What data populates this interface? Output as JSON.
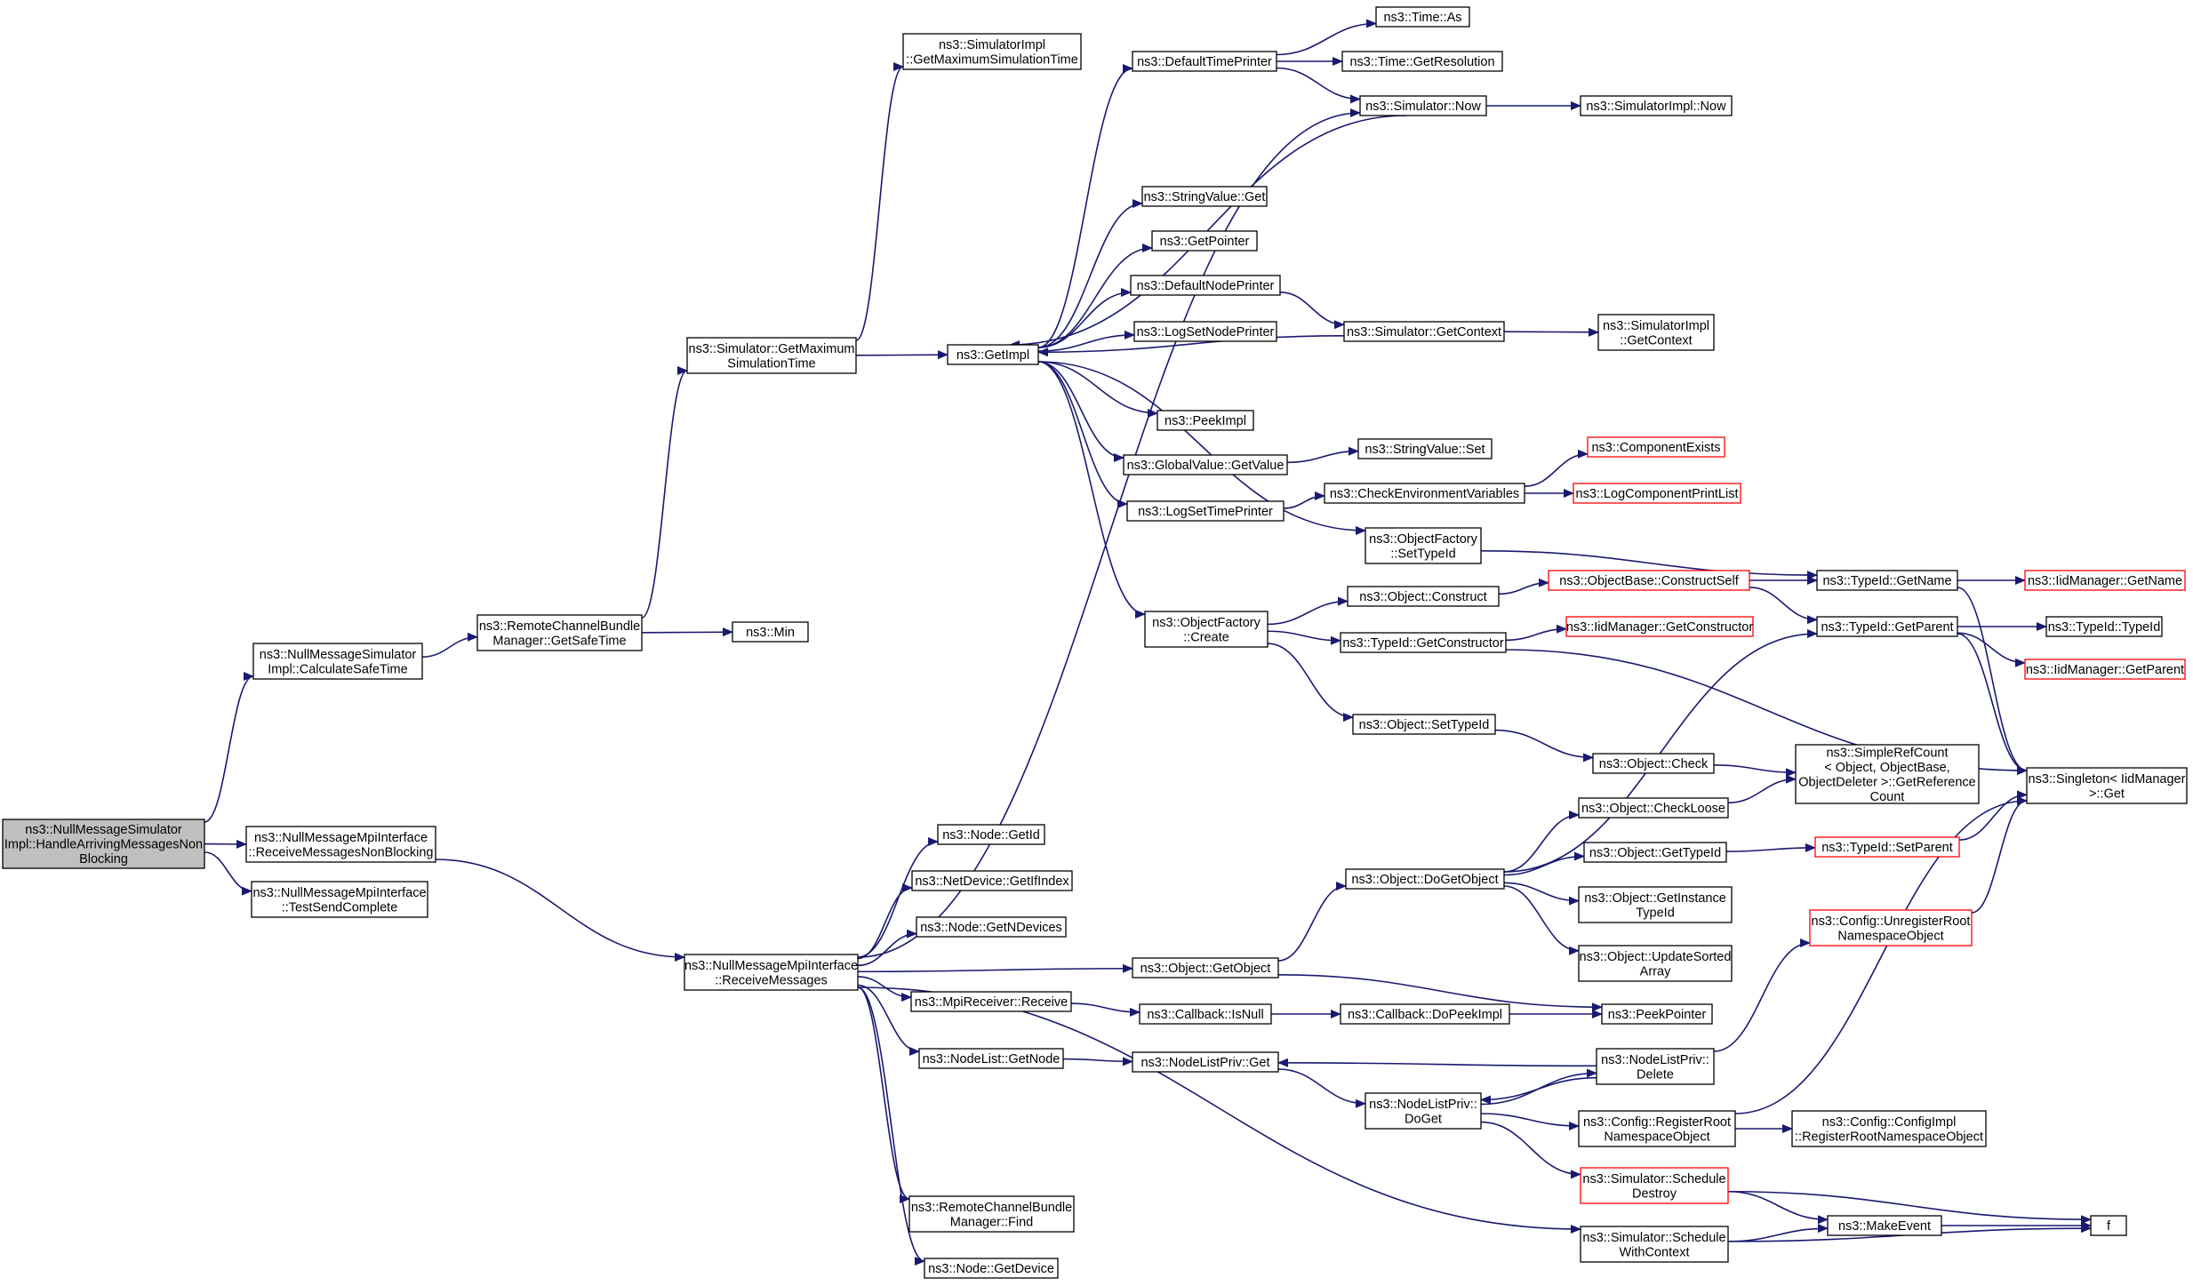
{
  "colors": {
    "edge": "#191970",
    "node_border_black": "#000000",
    "node_border_red": "#ff0000",
    "node_fill": "#ffffff",
    "root_fill": "#bfbfbf"
  },
  "nodes": [
    {
      "id": "root",
      "lines": [
        "ns3::NullMessageSimulator",
        "Impl::HandleArrivingMessagesNon",
        "Blocking"
      ],
      "border": "black",
      "fill": "root"
    },
    {
      "id": "calc",
      "lines": [
        "ns3::NullMessageSimulator",
        "Impl::CalculateSafeTime"
      ],
      "border": "black"
    },
    {
      "id": "rmnb",
      "lines": [
        "ns3::NullMessageMpiInterface",
        "::ReceiveMessagesNonBlocking"
      ],
      "border": "black"
    },
    {
      "id": "tsc",
      "lines": [
        "ns3::NullMessageMpiInterface",
        "::TestSendComplete"
      ],
      "border": "black"
    },
    {
      "id": "rcbm_gst",
      "lines": [
        "ns3::RemoteChannelBundle",
        "Manager::GetSafeTime"
      ],
      "border": "black"
    },
    {
      "id": "rm",
      "lines": [
        "ns3::NullMessageMpiInterface",
        "::ReceiveMessages"
      ],
      "border": "black"
    },
    {
      "id": "sim_gmst",
      "lines": [
        "ns3::Simulator::GetMaximum",
        "SimulationTime"
      ],
      "border": "black"
    },
    {
      "id": "min",
      "lines": [
        "ns3::Min"
      ],
      "border": "black"
    },
    {
      "id": "simimpl_gmst",
      "lines": [
        "ns3::SimulatorImpl",
        "::GetMaximumSimulationTime"
      ],
      "border": "black"
    },
    {
      "id": "getimpl",
      "lines": [
        "ns3::GetImpl"
      ],
      "border": "black"
    },
    {
      "id": "node_getid",
      "lines": [
        "ns3::Node::GetId"
      ],
      "border": "black"
    },
    {
      "id": "nd_getifindex",
      "lines": [
        "ns3::NetDevice::GetIfIndex"
      ],
      "border": "black"
    },
    {
      "id": "node_getndev",
      "lines": [
        "ns3::Node::GetNDevices"
      ],
      "border": "black"
    },
    {
      "id": "mpirecv",
      "lines": [
        "ns3::MpiReceiver::Receive"
      ],
      "border": "black"
    },
    {
      "id": "nl_getnode",
      "lines": [
        "ns3::NodeList::GetNode"
      ],
      "border": "black"
    },
    {
      "id": "rcbm_find",
      "lines": [
        "ns3::RemoteChannelBundle",
        "Manager::Find"
      ],
      "border": "black"
    },
    {
      "id": "node_getdev",
      "lines": [
        "ns3::Node::GetDevice"
      ],
      "border": "black"
    },
    {
      "id": "dtp",
      "lines": [
        "ns3::DefaultTimePrinter"
      ],
      "border": "black"
    },
    {
      "id": "sv_get",
      "lines": [
        "ns3::StringValue::Get"
      ],
      "border": "black"
    },
    {
      "id": "getpointer",
      "lines": [
        "ns3::GetPointer"
      ],
      "border": "black"
    },
    {
      "id": "dnp",
      "lines": [
        "ns3::DefaultNodePrinter"
      ],
      "border": "black"
    },
    {
      "id": "lsnp",
      "lines": [
        "ns3::LogSetNodePrinter"
      ],
      "border": "black"
    },
    {
      "id": "peekimpl",
      "lines": [
        "ns3::PeekImpl"
      ],
      "border": "black"
    },
    {
      "id": "gv_getvalue",
      "lines": [
        "ns3::GlobalValue::GetValue"
      ],
      "border": "black"
    },
    {
      "id": "lstp",
      "lines": [
        "ns3::LogSetTimePrinter"
      ],
      "border": "black"
    },
    {
      "id": "of_create",
      "lines": [
        "ns3::ObjectFactory",
        "::Create"
      ],
      "border": "black"
    },
    {
      "id": "obj_getobject",
      "lines": [
        "ns3::Object::GetObject"
      ],
      "border": "black"
    },
    {
      "id": "cb_isnull",
      "lines": [
        "ns3::Callback::IsNull"
      ],
      "border": "black"
    },
    {
      "id": "nlp_get",
      "lines": [
        "ns3::NodeListPriv::Get"
      ],
      "border": "black"
    },
    {
      "id": "time_as",
      "lines": [
        "ns3::Time::As"
      ],
      "border": "black"
    },
    {
      "id": "time_getres",
      "lines": [
        "ns3::Time::GetResolution"
      ],
      "border": "black"
    },
    {
      "id": "sim_now",
      "lines": [
        "ns3::Simulator::Now"
      ],
      "border": "black"
    },
    {
      "id": "sim_getctx",
      "lines": [
        "ns3::Simulator::GetContext"
      ],
      "border": "black"
    },
    {
      "id": "sv_set",
      "lines": [
        "ns3::StringValue::Set"
      ],
      "border": "black"
    },
    {
      "id": "cev",
      "lines": [
        "ns3::CheckEnvironmentVariables"
      ],
      "border": "black"
    },
    {
      "id": "of_settypeid",
      "lines": [
        "ns3::ObjectFactory",
        "::SetTypeId"
      ],
      "border": "black"
    },
    {
      "id": "obj_construct",
      "lines": [
        "ns3::Object::Construct"
      ],
      "border": "black"
    },
    {
      "id": "tid_getctor",
      "lines": [
        "ns3::TypeId::GetConstructor"
      ],
      "border": "black"
    },
    {
      "id": "obj_settypeid",
      "lines": [
        "ns3::Object::SetTypeId"
      ],
      "border": "black"
    },
    {
      "id": "obj_dogetobject",
      "lines": [
        "ns3::Object::DoGetObject"
      ],
      "border": "black"
    },
    {
      "id": "cb_dopeekimpl",
      "lines": [
        "ns3::Callback::DoPeekImpl"
      ],
      "border": "black"
    },
    {
      "id": "nlp_doget",
      "lines": [
        "ns3::NodeListPriv::",
        "DoGet"
      ],
      "border": "black"
    },
    {
      "id": "simimpl_now",
      "lines": [
        "ns3::SimulatorImpl::Now"
      ],
      "border": "black"
    },
    {
      "id": "simimpl_getctx",
      "lines": [
        "ns3::SimulatorImpl",
        "::GetContext"
      ],
      "border": "black"
    },
    {
      "id": "compexists",
      "lines": [
        "ns3::ComponentExists"
      ],
      "border": "red"
    },
    {
      "id": "logcpl",
      "lines": [
        "ns3::LogComponentPrintList"
      ],
      "border": "red"
    },
    {
      "id": "objbase_cs",
      "lines": [
        "ns3::ObjectBase::ConstructSelf"
      ],
      "border": "red"
    },
    {
      "id": "iid_getctor",
      "lines": [
        "ns3::IidManager::GetConstructor"
      ],
      "border": "red"
    },
    {
      "id": "obj_check",
      "lines": [
        "ns3::Object::Check"
      ],
      "border": "black"
    },
    {
      "id": "obj_checkloose",
      "lines": [
        "ns3::Object::CheckLoose"
      ],
      "border": "black"
    },
    {
      "id": "obj_gettypeid",
      "lines": [
        "ns3::Object::GetTypeId"
      ],
      "border": "black"
    },
    {
      "id": "obj_getinsttid",
      "lines": [
        "ns3::Object::GetInstance",
        "TypeId"
      ],
      "border": "black"
    },
    {
      "id": "obj_updsorted",
      "lines": [
        "ns3::Object::UpdateSorted",
        "Array"
      ],
      "border": "black"
    },
    {
      "id": "peekpointer",
      "lines": [
        "ns3::PeekPointer"
      ],
      "border": "black"
    },
    {
      "id": "nlp_delete",
      "lines": [
        "ns3::NodeListPriv::",
        "Delete"
      ],
      "border": "black"
    },
    {
      "id": "cfg_regroot",
      "lines": [
        "ns3::Config::RegisterRoot",
        "NamespaceObject"
      ],
      "border": "black"
    },
    {
      "id": "sim_schdestroy",
      "lines": [
        "ns3::Simulator::Schedule",
        "Destroy"
      ],
      "border": "red"
    },
    {
      "id": "sim_schctx",
      "lines": [
        "ns3::Simulator::Schedule",
        "WithContext"
      ],
      "border": "black"
    },
    {
      "id": "tid_getname",
      "lines": [
        "ns3::TypeId::GetName"
      ],
      "border": "black"
    },
    {
      "id": "tid_getparent",
      "lines": [
        "ns3::TypeId::GetParent"
      ],
      "border": "black"
    },
    {
      "id": "src_getrefcount",
      "lines": [
        "ns3::SimpleRefCount",
        "< Object, ObjectBase,",
        "ObjectDeleter >::GetReference",
        "Count"
      ],
      "border": "black"
    },
    {
      "id": "tid_setparent",
      "lines": [
        "ns3::TypeId::SetParent"
      ],
      "border": "red"
    },
    {
      "id": "cfg_unregroot",
      "lines": [
        "ns3::Config::UnregisterRoot",
        "NamespaceObject"
      ],
      "border": "red"
    },
    {
      "id": "cfgimpl_regroot",
      "lines": [
        "ns3::Config::ConfigImpl",
        "::RegisterRootNamespaceObject"
      ],
      "border": "black"
    },
    {
      "id": "makeevent",
      "lines": [
        "ns3::MakeEvent"
      ],
      "border": "black"
    },
    {
      "id": "iid_getname",
      "lines": [
        "ns3::IidManager::GetName"
      ],
      "border": "red"
    },
    {
      "id": "tid_typeid",
      "lines": [
        "ns3::TypeId::TypeId"
      ],
      "border": "black"
    },
    {
      "id": "iid_getparent",
      "lines": [
        "ns3::IidManager::GetParent"
      ],
      "border": "red"
    },
    {
      "id": "singleton_get",
      "lines": [
        "ns3::Singleton< IidManager",
        ">::Get"
      ],
      "border": "black"
    },
    {
      "id": "f",
      "lines": [
        "f"
      ],
      "border": "black"
    }
  ],
  "edges": [
    [
      "root",
      "calc"
    ],
    [
      "root",
      "rmnb"
    ],
    [
      "root",
      "tsc"
    ],
    [
      "calc",
      "rcbm_gst"
    ],
    [
      "rmnb",
      "rm"
    ],
    [
      "rcbm_gst",
      "sim_gmst"
    ],
    [
      "rcbm_gst",
      "min"
    ],
    [
      "sim_gmst",
      "simimpl_gmst"
    ],
    [
      "sim_gmst",
      "getimpl"
    ],
    [
      "rm",
      "sim_now"
    ],
    [
      "rm",
      "node_getid"
    ],
    [
      "rm",
      "nd_getifindex"
    ],
    [
      "rm",
      "node_getndev"
    ],
    [
      "rm",
      "obj_getobject"
    ],
    [
      "rm",
      "mpirecv"
    ],
    [
      "rm",
      "nl_getnode"
    ],
    [
      "rm",
      "rcbm_find"
    ],
    [
      "rm",
      "node_getdev"
    ],
    [
      "rm",
      "sim_schctx"
    ],
    [
      "getimpl",
      "dtp"
    ],
    [
      "getimpl",
      "sv_get"
    ],
    [
      "getimpl",
      "getpointer"
    ],
    [
      "getimpl",
      "dnp"
    ],
    [
      "getimpl",
      "lsnp"
    ],
    [
      "getimpl",
      "peekimpl"
    ],
    [
      "getimpl",
      "gv_getvalue"
    ],
    [
      "getimpl",
      "lstp"
    ],
    [
      "getimpl",
      "of_settypeid"
    ],
    [
      "getimpl",
      "of_create"
    ],
    [
      "dtp",
      "time_as"
    ],
    [
      "dtp",
      "time_getres"
    ],
    [
      "dtp",
      "sim_now"
    ],
    [
      "sim_now",
      "getimpl"
    ],
    [
      "sim_now",
      "simimpl_now"
    ],
    [
      "dnp",
      "sim_getctx"
    ],
    [
      "sim_getctx",
      "getimpl"
    ],
    [
      "sim_getctx",
      "simimpl_getctx"
    ],
    [
      "gv_getvalue",
      "sv_set"
    ],
    [
      "lstp",
      "cev"
    ],
    [
      "cev",
      "compexists"
    ],
    [
      "cev",
      "logcpl"
    ],
    [
      "of_settypeid",
      "tid_getname"
    ],
    [
      "of_create",
      "obj_construct"
    ],
    [
      "of_create",
      "tid_getctor"
    ],
    [
      "of_create",
      "obj_settypeid"
    ],
    [
      "obj_construct",
      "objbase_cs"
    ],
    [
      "objbase_cs",
      "tid_getname"
    ],
    [
      "objbase_cs",
      "tid_getparent"
    ],
    [
      "tid_getctor",
      "iid_getctor"
    ],
    [
      "tid_getctor",
      "singleton_get"
    ],
    [
      "obj_settypeid",
      "obj_check"
    ],
    [
      "obj_check",
      "src_getrefcount"
    ],
    [
      "obj_getobject",
      "obj_dogetobject"
    ],
    [
      "obj_getobject",
      "peekpointer"
    ],
    [
      "obj_dogetobject",
      "tid_getparent"
    ],
    [
      "obj_dogetobject",
      "obj_checkloose"
    ],
    [
      "obj_dogetobject",
      "obj_gettypeid"
    ],
    [
      "obj_dogetobject",
      "obj_getinsttid"
    ],
    [
      "obj_dogetobject",
      "obj_updsorted"
    ],
    [
      "obj_checkloose",
      "src_getrefcount"
    ],
    [
      "obj_gettypeid",
      "tid_setparent"
    ],
    [
      "mpirecv",
      "cb_isnull"
    ],
    [
      "cb_isnull",
      "cb_dopeekimpl"
    ],
    [
      "cb_dopeekimpl",
      "peekpointer"
    ],
    [
      "nl_getnode",
      "nlp_get"
    ],
    [
      "nlp_get",
      "nlp_doget"
    ],
    [
      "nlp_doget",
      "nlp_delete"
    ],
    [
      "nlp_delete",
      "nlp_get"
    ],
    [
      "nlp_delete",
      "nlp_doget"
    ],
    [
      "nlp_delete",
      "cfg_unregroot"
    ],
    [
      "nlp_doget",
      "cfg_regroot"
    ],
    [
      "nlp_doget",
      "sim_schdestroy"
    ],
    [
      "cfg_regroot",
      "cfgimpl_regroot"
    ],
    [
      "cfg_regroot",
      "singleton_get"
    ],
    [
      "cfg_unregroot",
      "singleton_get"
    ],
    [
      "sim_schdestroy",
      "makeevent"
    ],
    [
      "sim_schdestroy",
      "f"
    ],
    [
      "sim_schctx",
      "makeevent"
    ],
    [
      "sim_schctx",
      "f"
    ],
    [
      "makeevent",
      "f"
    ],
    [
      "tid_getname",
      "iid_getname"
    ],
    [
      "tid_getname",
      "singleton_get"
    ],
    [
      "tid_getparent",
      "tid_typeid"
    ],
    [
      "tid_getparent",
      "iid_getparent"
    ],
    [
      "tid_getparent",
      "singleton_get"
    ],
    [
      "tid_setparent",
      "singleton_get"
    ]
  ]
}
